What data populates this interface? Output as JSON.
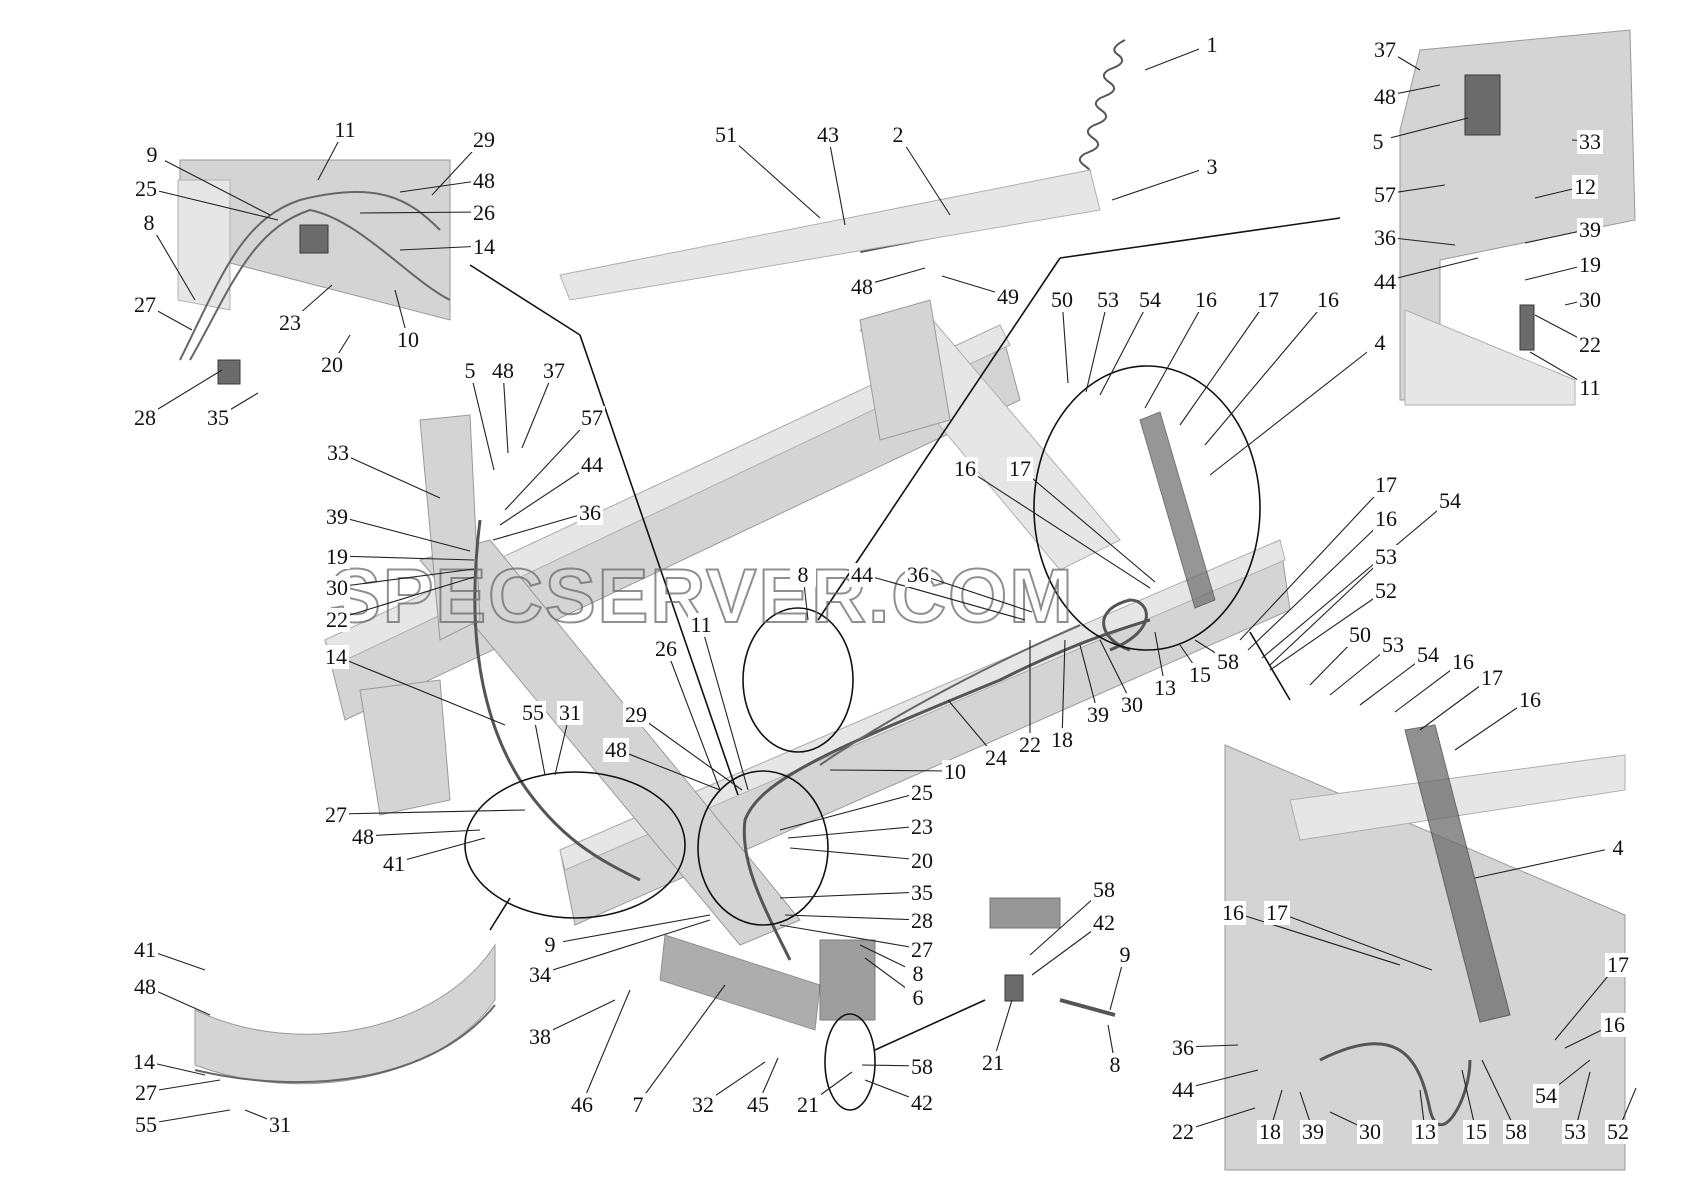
{
  "watermark": "SPECSERVER.COM",
  "callouts": [
    {
      "n": "1"
    },
    {
      "n": "2"
    },
    {
      "n": "3"
    },
    {
      "n": "51"
    },
    {
      "n": "43"
    },
    {
      "n": "48"
    },
    {
      "n": "49"
    },
    {
      "n": "11"
    },
    {
      "n": "29"
    },
    {
      "n": "9"
    },
    {
      "n": "48"
    },
    {
      "n": "25"
    },
    {
      "n": "26"
    },
    {
      "n": "8"
    },
    {
      "n": "14"
    },
    {
      "n": "27"
    },
    {
      "n": "23"
    },
    {
      "n": "10"
    },
    {
      "n": "20"
    },
    {
      "n": "28"
    },
    {
      "n": "35"
    },
    {
      "n": "37"
    },
    {
      "n": "48"
    },
    {
      "n": "5"
    },
    {
      "n": "33"
    },
    {
      "n": "57"
    },
    {
      "n": "12"
    },
    {
      "n": "36"
    },
    {
      "n": "39"
    },
    {
      "n": "44"
    },
    {
      "n": "19"
    },
    {
      "n": "30"
    },
    {
      "n": "22"
    },
    {
      "n": "11"
    },
    {
      "n": "50"
    },
    {
      "n": "53"
    },
    {
      "n": "54"
    },
    {
      "n": "16"
    },
    {
      "n": "17"
    },
    {
      "n": "16"
    },
    {
      "n": "4"
    },
    {
      "n": "5"
    },
    {
      "n": "48"
    },
    {
      "n": "37"
    },
    {
      "n": "57"
    },
    {
      "n": "44"
    },
    {
      "n": "33"
    },
    {
      "n": "36"
    },
    {
      "n": "39"
    },
    {
      "n": "19"
    },
    {
      "n": "30"
    },
    {
      "n": "22"
    },
    {
      "n": "14"
    },
    {
      "n": "16"
    },
    {
      "n": "17"
    },
    {
      "n": "17"
    },
    {
      "n": "16"
    },
    {
      "n": "54"
    },
    {
      "n": "53"
    },
    {
      "n": "52"
    },
    {
      "n": "8"
    },
    {
      "n": "44"
    },
    {
      "n": "36"
    },
    {
      "n": "11"
    },
    {
      "n": "26"
    },
    {
      "n": "50"
    },
    {
      "n": "53"
    },
    {
      "n": "54"
    },
    {
      "n": "16"
    },
    {
      "n": "17"
    },
    {
      "n": "16"
    },
    {
      "n": "13"
    },
    {
      "n": "15"
    },
    {
      "n": "58"
    },
    {
      "n": "30"
    },
    {
      "n": "39"
    },
    {
      "n": "18"
    },
    {
      "n": "22"
    },
    {
      "n": "24"
    },
    {
      "n": "10"
    },
    {
      "n": "29"
    },
    {
      "n": "48"
    },
    {
      "n": "55"
    },
    {
      "n": "31"
    },
    {
      "n": "27"
    },
    {
      "n": "48"
    },
    {
      "n": "41"
    },
    {
      "n": "25"
    },
    {
      "n": "23"
    },
    {
      "n": "20"
    },
    {
      "n": "35"
    },
    {
      "n": "28"
    },
    {
      "n": "27"
    },
    {
      "n": "9"
    },
    {
      "n": "34"
    },
    {
      "n": "8"
    },
    {
      "n": "6"
    },
    {
      "n": "38"
    },
    {
      "n": "46"
    },
    {
      "n": "7"
    },
    {
      "n": "32"
    },
    {
      "n": "45"
    },
    {
      "n": "21"
    },
    {
      "n": "58"
    },
    {
      "n": "42"
    },
    {
      "n": "58"
    },
    {
      "n": "42"
    },
    {
      "n": "9"
    },
    {
      "n": "21"
    },
    {
      "n": "8"
    },
    {
      "n": "41"
    },
    {
      "n": "48"
    },
    {
      "n": "14"
    },
    {
      "n": "27"
    },
    {
      "n": "55"
    },
    {
      "n": "31"
    },
    {
      "n": "4"
    },
    {
      "n": "16"
    },
    {
      "n": "17"
    },
    {
      "n": "17"
    },
    {
      "n": "16"
    },
    {
      "n": "36"
    },
    {
      "n": "44"
    },
    {
      "n": "22"
    },
    {
      "n": "18"
    },
    {
      "n": "39"
    },
    {
      "n": "30"
    },
    {
      "n": "13"
    },
    {
      "n": "15"
    },
    {
      "n": "58"
    },
    {
      "n": "54"
    },
    {
      "n": "53"
    },
    {
      "n": "52"
    }
  ]
}
